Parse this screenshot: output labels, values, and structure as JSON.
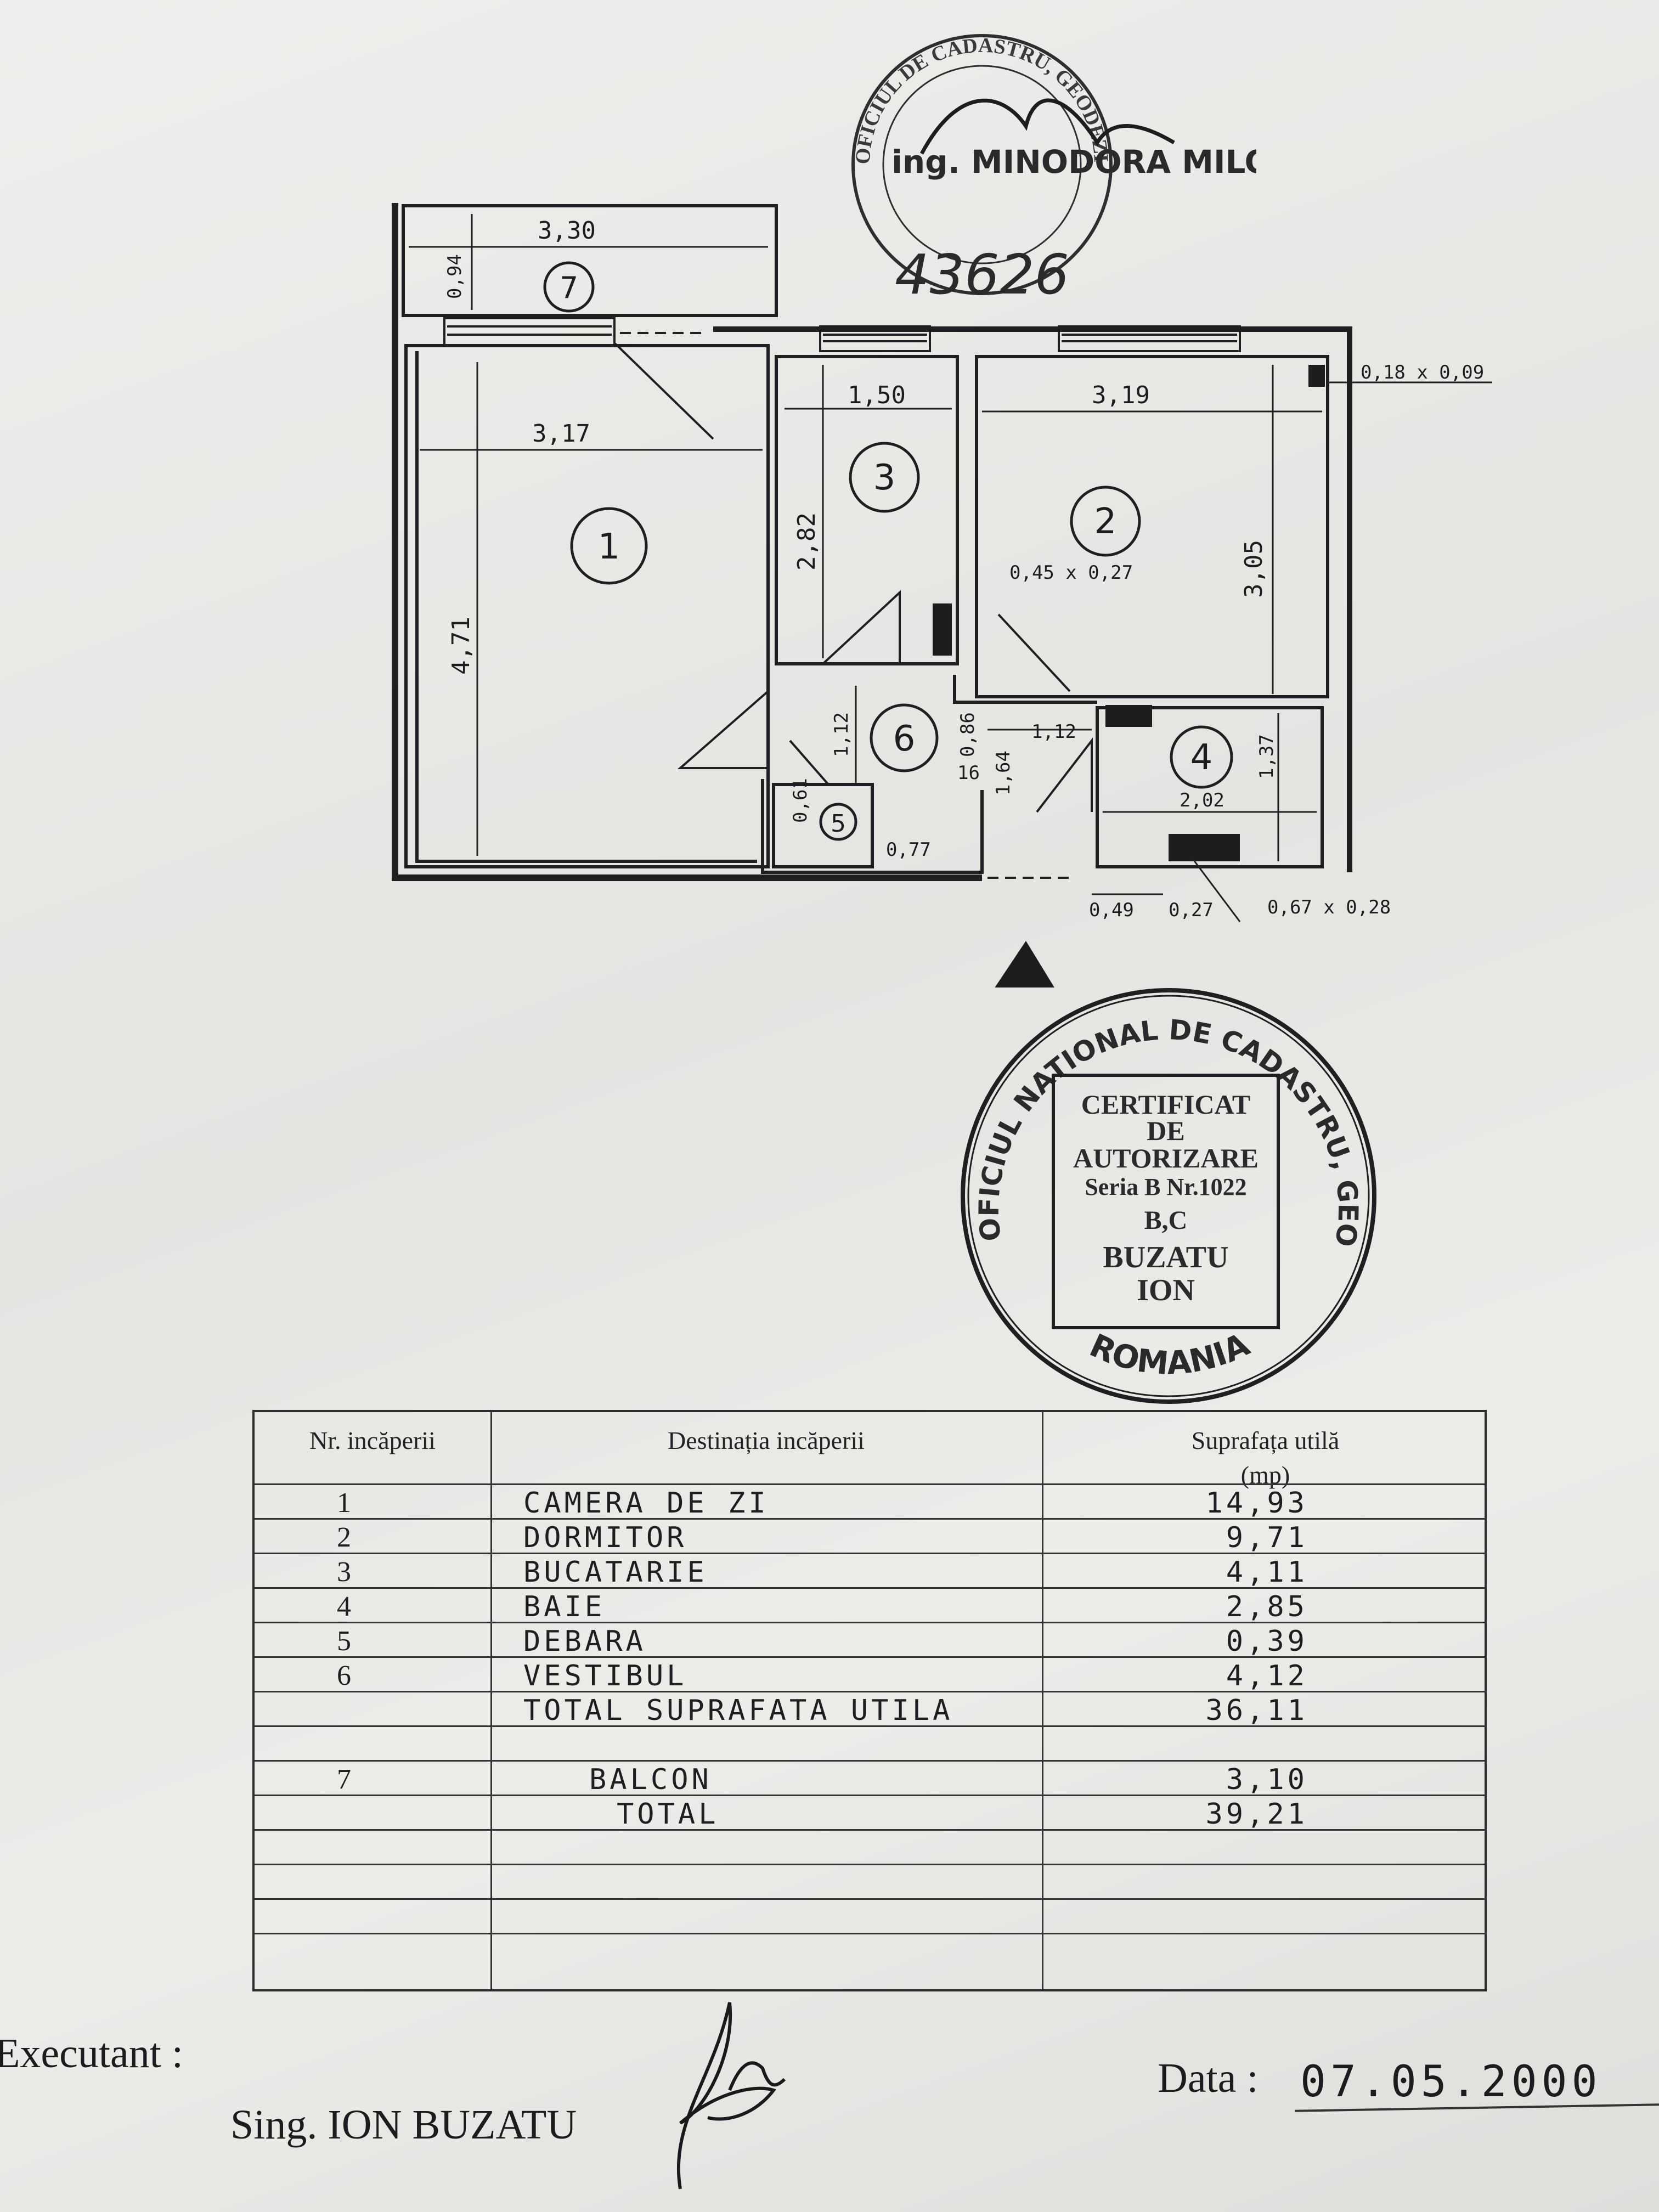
{
  "plan": {
    "dimensions": {
      "balcony_width": "3,30",
      "balcony_depth": "0,94",
      "room1_width": "3,17",
      "room1_length": "4,71",
      "room3_width": "1,50",
      "room3_length": "2,82",
      "room2_width": "3,19",
      "room2_length": "3,05",
      "vent_top": "0,18 x 0,09",
      "vent_kitchen": "0,45 x 0,27",
      "hall_width": "1,12",
      "hall_a": "1,12",
      "hall_b": "0,86",
      "hall_c": "1,64",
      "hall_d": "16",
      "bath_width": "2,02",
      "bath_length": "1,37",
      "closet_a": "0,61",
      "closet_b": "0,77",
      "duct_a": "0,49",
      "duct_b": "0,27",
      "duct_bath": "0,67 x 0,28"
    },
    "room_numbers": [
      "1",
      "2",
      "3",
      "4",
      "5",
      "6",
      "7"
    ]
  },
  "stamp_top": {
    "ring_text": "OFICIUL DE CADASTRU, GEODEZIE SI CARTOGRAFIE AL MUNICIPIULUI BUCURESTI",
    "name": "ing. MINODORA MILOȘ",
    "number": "43626"
  },
  "stamp_main": {
    "ring_top": "OFICIUL NATIONAL DE CADASTRU, GEODEZIE SI CARTOGRAFIE",
    "ring_bottom": "ROMANIA",
    "line1": "CERTIFICAT",
    "line2": "DE",
    "line3": "AUTORIZARE",
    "line4": "Seria B Nr.1022",
    "line5": "B,C",
    "line6": "BUZATU",
    "line7": "ION"
  },
  "table": {
    "headers": {
      "nr": "Nr. incăperii",
      "dest": "Destinația incăperii",
      "area": "Suprafața utilă",
      "area_unit": "(mp)"
    },
    "rows": [
      {
        "nr": "1",
        "dest": "CAMERA DE ZI",
        "area": "14,93"
      },
      {
        "nr": "2",
        "dest": "DORMITOR",
        "area": "9,71"
      },
      {
        "nr": "3",
        "dest": "BUCATARIE",
        "area": "4,11"
      },
      {
        "nr": "4",
        "dest": "BAIE",
        "area": "2,85"
      },
      {
        "nr": "5",
        "dest": "DEBARA",
        "area": "0,39"
      },
      {
        "nr": "6",
        "dest": "VESTIBUL",
        "area": "4,12"
      },
      {
        "nr": "",
        "dest": "TOTAL SUPRAFATA UTILA",
        "area": "36,11"
      },
      {
        "nr": "",
        "dest": "",
        "area": ""
      },
      {
        "nr": "7",
        "dest": "BALCON",
        "area": "3,10"
      },
      {
        "nr": "",
        "dest": "TOTAL",
        "area": "39,21"
      },
      {
        "nr": "",
        "dest": "",
        "area": ""
      },
      {
        "nr": "",
        "dest": "",
        "area": ""
      },
      {
        "nr": "",
        "dest": "",
        "area": ""
      },
      {
        "nr": "",
        "dest": "",
        "area": ""
      }
    ]
  },
  "footer": {
    "executant_label": "Executant :",
    "signer": "Sing. ION BUZATU",
    "date_label": "Data :",
    "date_value": "07.05.2000"
  },
  "colors": {
    "ink": "#1c1c1c",
    "paper": "#e9e9e6"
  }
}
